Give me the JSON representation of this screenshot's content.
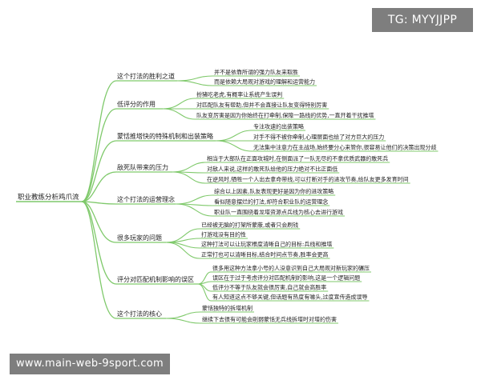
{
  "watermarks": {
    "top": "TG: MYYJJPP",
    "bottom": "www.main-web-9sport.com"
  },
  "mindmap": {
    "root": "职业教练分析鸡爪流",
    "branches": [
      {
        "label": "这个打法的胜利之道",
        "color": "#7fc96b",
        "leaves": [
          "并不是依靠所谓的强力队友来取胜",
          "而是依赖大局观对游戏的理解和运营能力"
        ]
      },
      {
        "label": "低评分的作用",
        "color": "#7fc96b",
        "leaves": [
          "扮猪吃老虎,有概率让系统产生误判",
          "对匹配队友有帮助,但并不会直接让队友变得特别厉害",
          "队友变厉害是因为你始终在打牵制,保障一路线的优势,一直开着干扰推塔"
        ]
      },
      {
        "label": "蒙恬推塔快的特殊机制和出装策略",
        "color": "#7fc96b",
        "leaves": [
          "专注攻速的出装策略",
          "对手不得不被你牵制,心理层面也给了对方巨大的压力",
          "无法集中注意力在主战场,始终要分心来管你,很容易让他们的决策出现分歧"
        ]
      },
      {
        "label": "敌死队带来的压力",
        "color": "#7fc96b",
        "leaves": [
          "相当于大部队在正面攻城时,在侧面派了一队无尽的不拿优质武器的敢死兵",
          "对敌人来说,这样的敢死队给他的压力绝对不比正面低",
          "在逆风时,牺牲一个人出去拿命带线,可以打断对手的进攻节奏,给队友更多发育时间"
        ]
      },
      {
        "label": "这个打法的运营理念",
        "color": "#7fc96b",
        "leaves": [
          "综合以上因素,队友表现更好是因为你的进攻策略",
          "看似随意摆烂的打法,却符合职业队的运营理念",
          "职业队一直围绕着龙塔资源点兵线为核心去进行游戏"
        ]
      },
      {
        "label": "很多玩家的问题",
        "color": "#7fc96b",
        "leaves": [
          "已经被无脑的打架所蒙蔽,或者只会刷钱",
          "打游戏没有目的性",
          "这种打法可以让玩家根度清晰自己的目标:兵线和推塔",
          "正常打也可以清晰目标,结合时间点节奏,胜率会更高"
        ]
      },
      {
        "label": "评分对匹配机制影响的误区",
        "color": "#7fc96b",
        "leaves": [
          "很多用这种方法拿小号的人没意识到自己大局观对新玩家的碾压",
          "误区在于过于考虑评分对匹配机制的影响,这是一个逻辑问题",
          "低评分不等于队友就会很厉害,自己就会高胜率",
          "有人知道这点不够关键,但话题有热度有噱头,过度宣传造成误导"
        ]
      },
      {
        "label": "这个打法的核心",
        "color": "#7fc96b",
        "leaves": [
          "蒙恬独特的拆塔机制",
          "继续下去很有可能会削弱蒙恬无兵线拆塔时对塔的伤害"
        ]
      }
    ]
  }
}
